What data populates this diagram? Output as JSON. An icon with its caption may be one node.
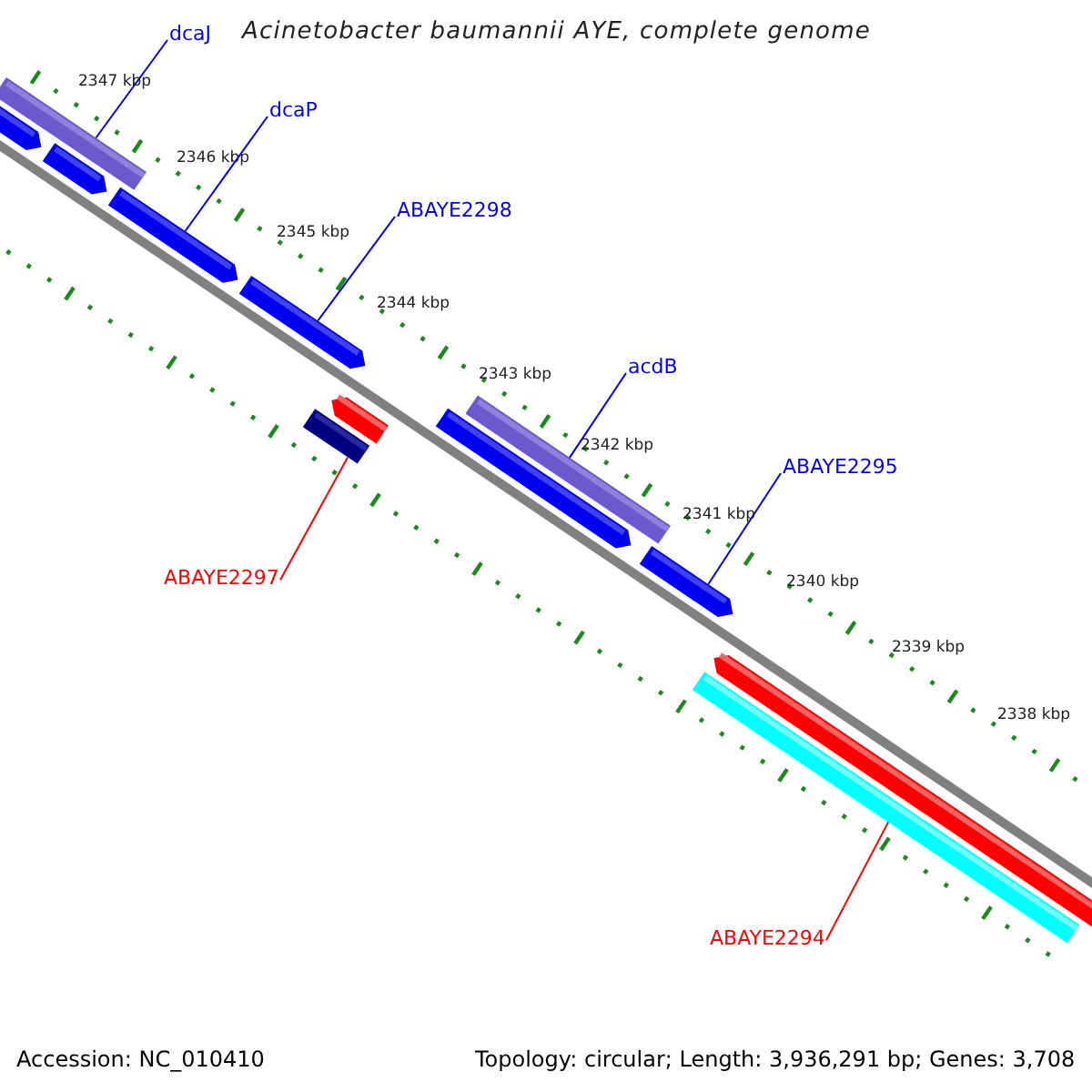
{
  "diagram": {
    "title": "Acinetobacter baumannii AYE, complete genome",
    "nodes": [
      {
        "text": [
          "dcaJ"
        ]
      },
      {
        "text": [],
        "shape": "bar"
      },
      {
        "text": [
          "dcaP"
        ]
      },
      {
        "text": [],
        "shape": "bar"
      },
      {
        "text": [
          "ABAYE2298"
        ]
      },
      {
        "text": [],
        "shape": "bar"
      },
      {
        "text": [
          "acdB"
        ]
      },
      {
        "text": [],
        "shape": "bar"
      },
      {
        "text": [
          "ABAYE2295"
        ]
      },
      {
        "text": [],
        "shape": "bar"
      },
      {
        "text": [
          "ABAYE2297"
        ]
      },
      {
        "text": [],
        "shape": "bar"
      },
      {
        "text": [
          "ABAYE2294"
        ]
      },
      {
        "text": [],
        "shape": "bar"
      }
    ],
    "edges": [
      {
        "from": 0,
        "to": 1,
        "arrow": "none"
      },
      {
        "from": 2,
        "to": 3,
        "arrow": "none"
      },
      {
        "from": 4,
        "to": 5,
        "arrow": "none"
      },
      {
        "from": 6,
        "to": 7,
        "arrow": "none"
      },
      {
        "from": 8,
        "to": 9,
        "arrow": "none"
      },
      {
        "from": 10,
        "to": 11,
        "arrow": "none",
        "color": "#ff0000"
      },
      {
        "from": 12,
        "to": 13,
        "arrow": "none",
        "color": "#ff0000"
      }
    ],
    "labels": [
      "2347 kbp",
      "2346 kbp",
      "2345 kbp",
      "2344 kbp",
      "2343 kbp",
      "2342 kbp",
      "2341 kbp",
      "2340 kbp",
      "2339 kbp",
      "2338 kbp",
      "Accession: NC_010410",
      "Topology: circular; Length: 3,936,291 bp; Genes: 3,708"
    ]
  }
}
